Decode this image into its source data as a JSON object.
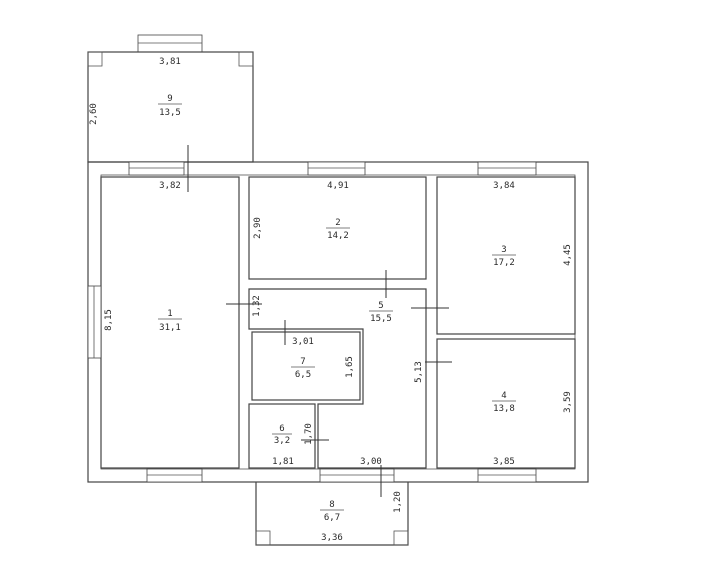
{
  "rooms": [
    {
      "id": "1",
      "area": "31,1"
    },
    {
      "id": "2",
      "area": "14,2"
    },
    {
      "id": "3",
      "area": "17,2"
    },
    {
      "id": "4",
      "area": "13,8"
    },
    {
      "id": "5",
      "area": "15,5"
    },
    {
      "id": "6",
      "area": "3,2"
    },
    {
      "id": "7",
      "area": "6,5"
    },
    {
      "id": "8",
      "area": "6,7"
    },
    {
      "id": "9",
      "area": "13,5"
    }
  ],
  "dimensions": {
    "balcony_top_width": "3,81",
    "balcony_top_depth": "2,60",
    "room1_width": "3,82",
    "room1_height": "8,15",
    "room2_width": "4,91",
    "room2_depth": "2,90",
    "room3_width": "3,84",
    "room3_height": "4,45",
    "room4_height": "3,59",
    "room4_width": "3,85",
    "hall_depth_a": "1,32",
    "room7_width": "3,01",
    "room7_height": "1,65",
    "hall_height": "5,13",
    "room6_height": "1,70",
    "room6_width": "1,81",
    "hall_bottom_width": "3,00",
    "porch_depth": "1,20",
    "porch_width": "3,36"
  }
}
